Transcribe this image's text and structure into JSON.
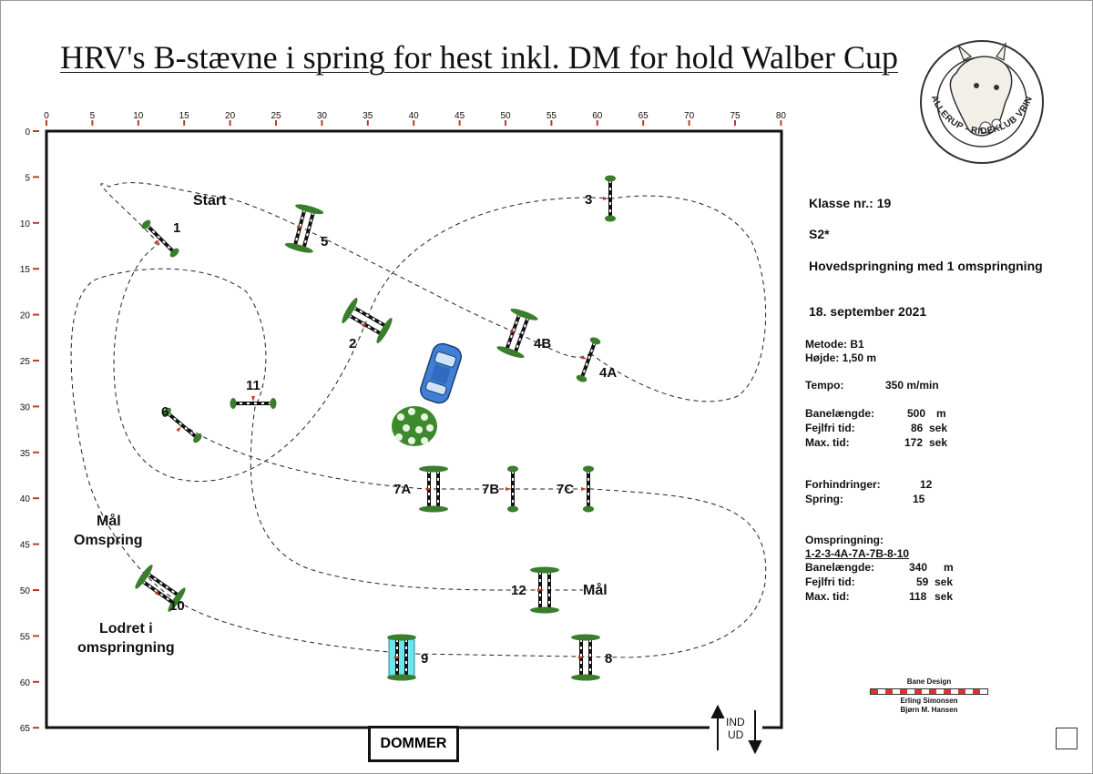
{
  "title": "HRV's B-stævne i spring for hest inkl. DM for hold Walber Cup",
  "logo": {
    "text": "HJALLERUP - RIDEKLUB VRINSK",
    "icon": "horse-head-logo"
  },
  "x_ruler": [
    "0",
    "5",
    "10",
    "15",
    "20",
    "25",
    "30",
    "35",
    "40",
    "45",
    "50",
    "55",
    "60",
    "65",
    "70",
    "75",
    "80"
  ],
  "y_ruler": [
    "0",
    "5",
    "10",
    "15",
    "20",
    "25",
    "30",
    "35",
    "40",
    "45",
    "50",
    "55",
    "60",
    "65"
  ],
  "course_labels": {
    "start": "Start",
    "goal": "Mål",
    "goal_jumpoff_1": "Mål",
    "goal_jumpoff_2": "Omspring",
    "vertical_note_1": "Lodret i",
    "vertical_note_2": "omspringning",
    "ind": "IND",
    "ud": "UD"
  },
  "obstacles": [
    {
      "label": "1"
    },
    {
      "label": "2"
    },
    {
      "label": "3"
    },
    {
      "label": "4A"
    },
    {
      "label": "4B"
    },
    {
      "label": "5"
    },
    {
      "label": "6"
    },
    {
      "label": "7A"
    },
    {
      "label": "7B"
    },
    {
      "label": "7C"
    },
    {
      "label": "8"
    },
    {
      "label": "9"
    },
    {
      "label": "10"
    },
    {
      "label": "11"
    },
    {
      "label": "12"
    }
  ],
  "decor": {
    "car": "car-icon",
    "bush": "bush-icon"
  },
  "judge_box": "DOMMER",
  "info": {
    "class_label": "Klasse nr.: 19",
    "level": "S2*",
    "competition": "Hovedspringning med 1 omspringning",
    "date": "18. september 2021",
    "method": "Metode: B1",
    "height": "Højde: 1,50  m",
    "tempo_label": "Tempo:",
    "tempo_value": "350  m/min",
    "course_length_label": "Banelængde:",
    "course_length_value": "500",
    "course_length_unit": "m",
    "clear_time_label": "Fejlfri tid:",
    "clear_time_value": "86",
    "clear_time_unit": "sek",
    "max_time_label": "Max. tid:",
    "max_time_value": "172",
    "max_time_unit": "sek",
    "obstacles_label": "Forhindringer:",
    "obstacles_value": "12",
    "jumps_label": "Spring:",
    "jumps_value": "15",
    "jumpoff_label": "Omspringning:",
    "jumpoff_sequence": "1-2-3-4A-7A-7B-8-10",
    "jo_length_label": "Banelængde:",
    "jo_length_value": "340",
    "jo_length_unit": "m",
    "jo_clear_label": "Fejlfri tid:",
    "jo_clear_value": "59",
    "jo_clear_unit": "sek",
    "jo_max_label": "Max. tid:",
    "jo_max_value": "118",
    "jo_max_unit": "sek"
  },
  "credits": {
    "heading": "Bane Design",
    "designer_1": "Erling Simonsen",
    "designer_2": "Bjørn M. Hansen"
  },
  "colors": {
    "ruler_tick": "#c0392b",
    "grass": "#3a7d2c",
    "rail": "#111111",
    "water": "#6fe3ef",
    "car": "#3f7fd6"
  }
}
